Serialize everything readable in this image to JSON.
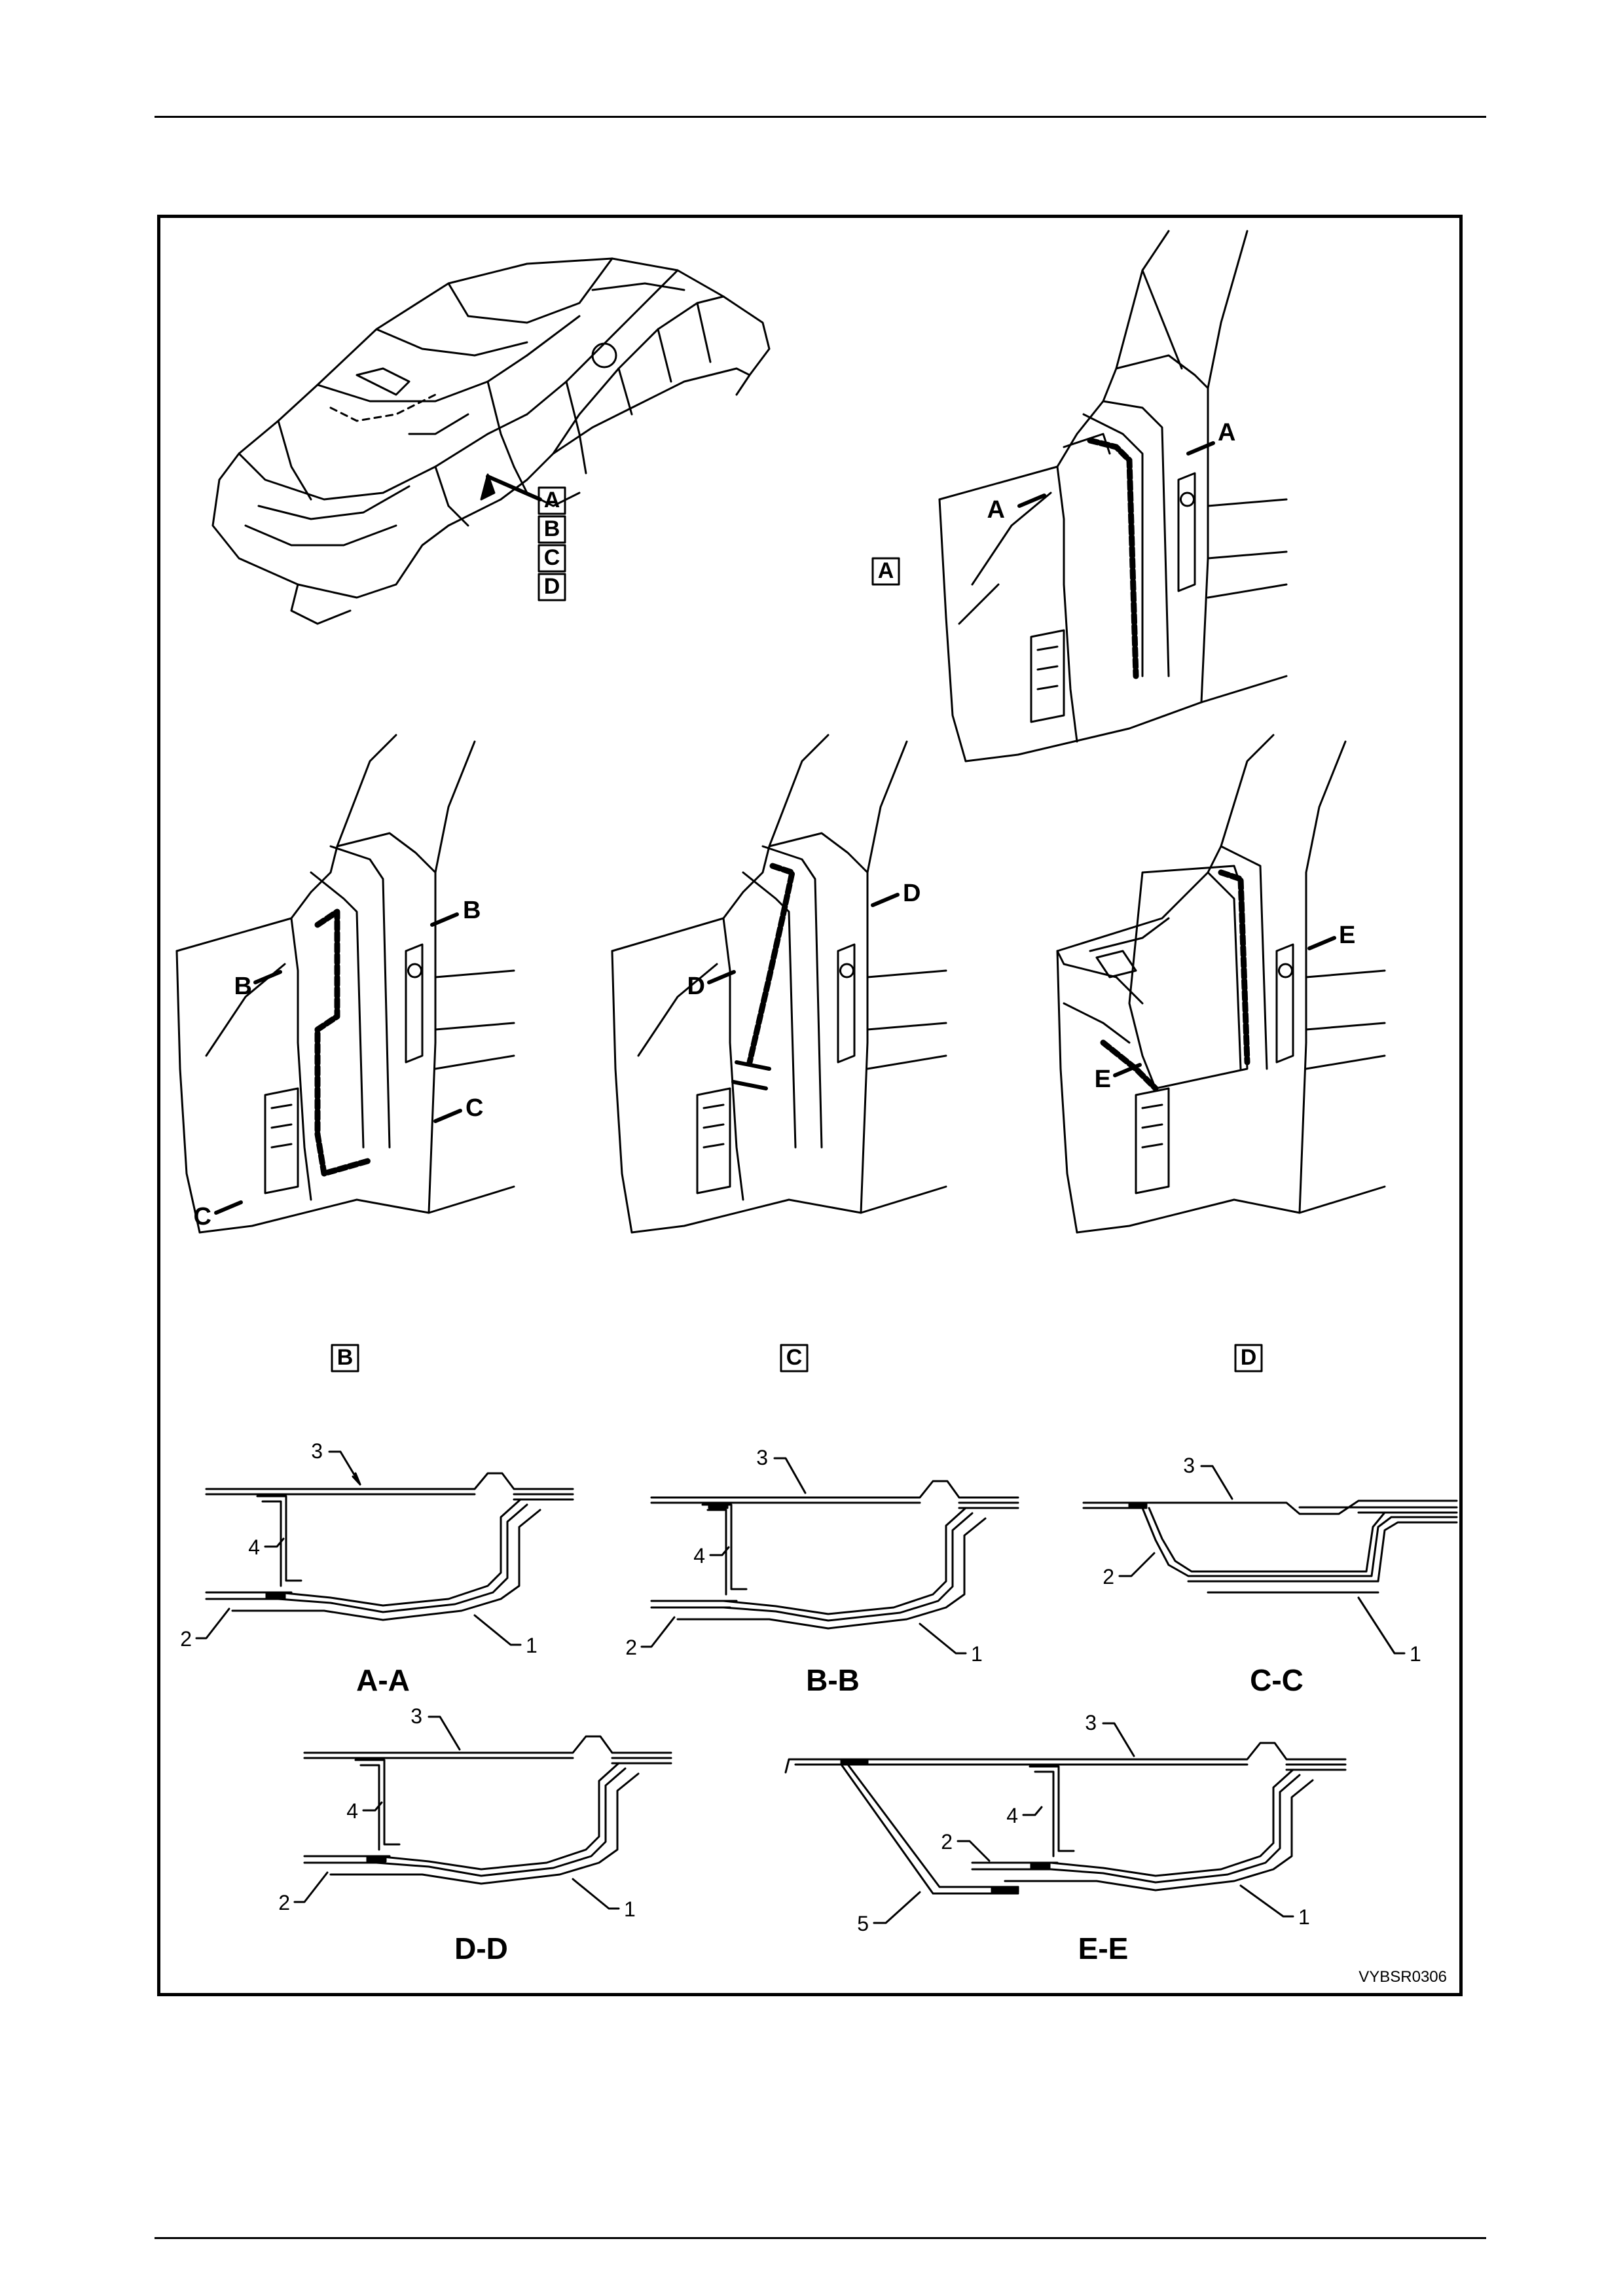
{
  "figure": {
    "code": "VYBSR0306",
    "car_view": {
      "callouts": [
        "A",
        "B",
        "C",
        "D"
      ]
    },
    "detail_views": [
      {
        "id": "A",
        "cut_label": "A"
      },
      {
        "id": "B",
        "cut_labels": [
          "B",
          "C"
        ]
      },
      {
        "id": "C",
        "cut_label": "D"
      },
      {
        "id": "D",
        "cut_label": "E"
      }
    ],
    "sections": [
      {
        "title": "A-A",
        "parts": [
          "1",
          "2",
          "3",
          "4"
        ]
      },
      {
        "title": "B-B",
        "parts": [
          "1",
          "2",
          "3",
          "4"
        ]
      },
      {
        "title": "C-C",
        "parts": [
          "1",
          "2",
          "3"
        ]
      },
      {
        "title": "D-D",
        "parts": [
          "1",
          "2",
          "3",
          "4"
        ]
      },
      {
        "title": "E-E",
        "parts": [
          "1",
          "2",
          "3",
          "4",
          "5"
        ]
      }
    ]
  },
  "colors": {
    "ink": "#000000",
    "paper": "#ffffff"
  }
}
